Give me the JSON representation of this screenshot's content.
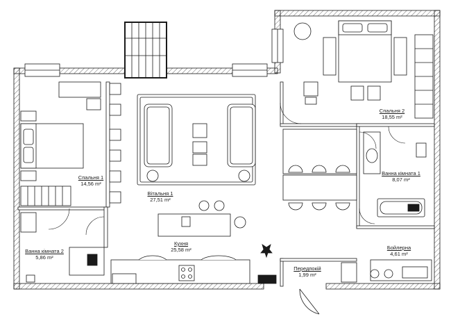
{
  "rooms": {
    "bedroom1": {
      "name": "Спальня 1",
      "area": "14,56 m²"
    },
    "living": {
      "name": "Вітальня 1",
      "area": "27,51 m²"
    },
    "bedroom2": {
      "name": "Спальня 2",
      "area": "18,55 m²"
    },
    "bathroom1": {
      "name": "Ванна кімната 1",
      "area": "8,07 m²"
    },
    "bathroom2": {
      "name": "Ванна кімната 2",
      "area": "5,86 m²"
    },
    "kitchen": {
      "name": "Кухня",
      "area": "25,58 m²"
    },
    "hallway": {
      "name": "Передпокій",
      "area": "1,99 m²"
    },
    "boiler": {
      "name": "Бойлерна",
      "area": "4,61 m²"
    }
  },
  "colors": {
    "line": "#1a1a1a",
    "wall_fill": "#ffffff",
    "hatch": "#6a6a6a",
    "background": "#ffffff"
  }
}
